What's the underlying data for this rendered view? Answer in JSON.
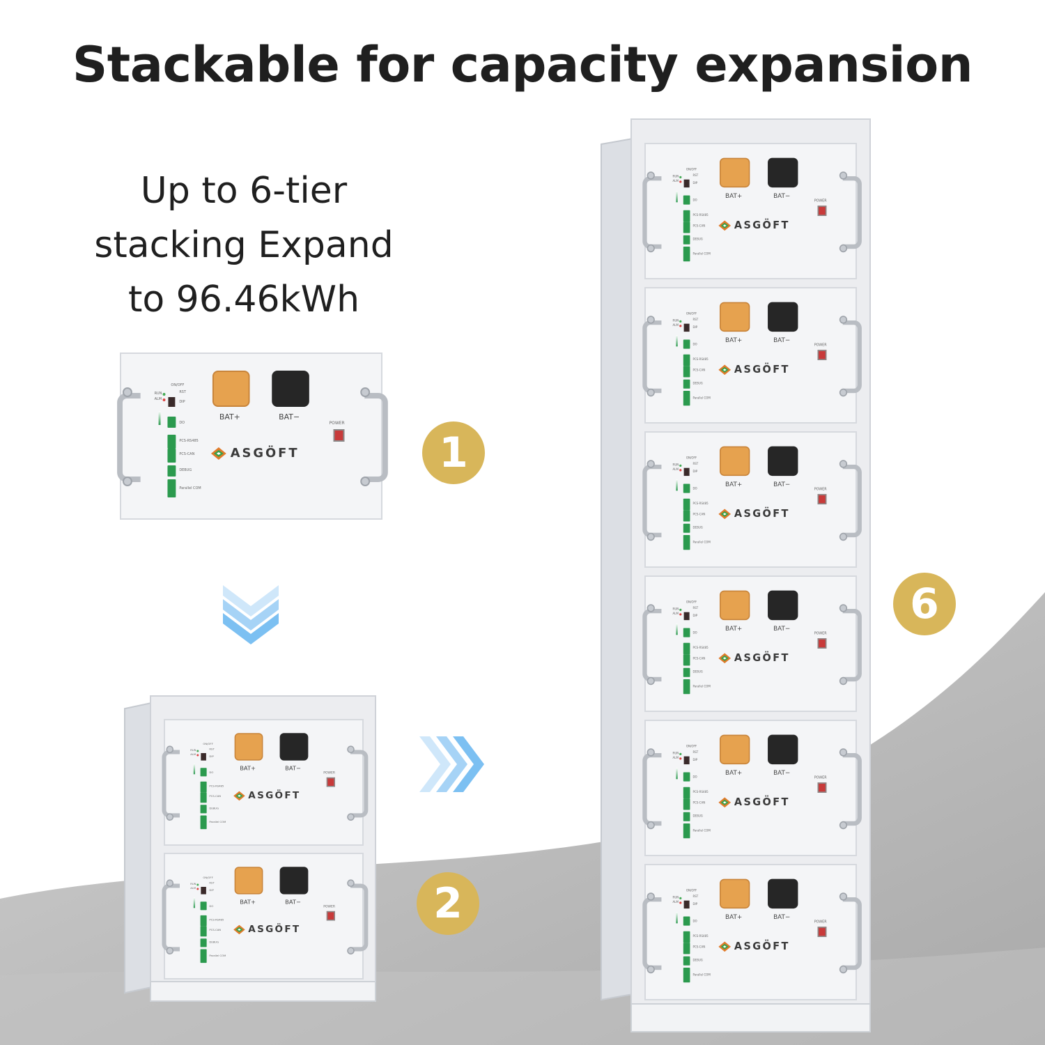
{
  "headline": "Stackable for capacity expansion",
  "subhead": {
    "line1": "Up to 6-tier",
    "line2": "stacking Expand",
    "line3": "to 96.46kWh"
  },
  "badges": {
    "single": "1",
    "double": "2",
    "six": "6"
  },
  "module": {
    "bat_pos_label": "BAT+",
    "bat_neg_label": "BAT−",
    "power_label": "POWER",
    "brand": "ASGÖFT",
    "indicator_labels": [
      "ON/OFF",
      "RUN",
      "ALM",
      "RST",
      "DIP",
      "DO"
    ],
    "port_labels": [
      "PCS-RS485",
      "PCS-CAN",
      "DEBUG",
      "Parallel COM"
    ]
  },
  "colors": {
    "badge": "#d8b65a",
    "positive_terminal": "#e6a24f",
    "negative_terminal": "#262626",
    "power_switch": "#c83a3a",
    "port": "#2b9a4e",
    "arrow": "#7cc0f2",
    "background_gray": "#b8b8b8"
  },
  "icons": {
    "arrow_down": "chevron-down-icon",
    "arrow_right": "chevron-right-icon"
  }
}
